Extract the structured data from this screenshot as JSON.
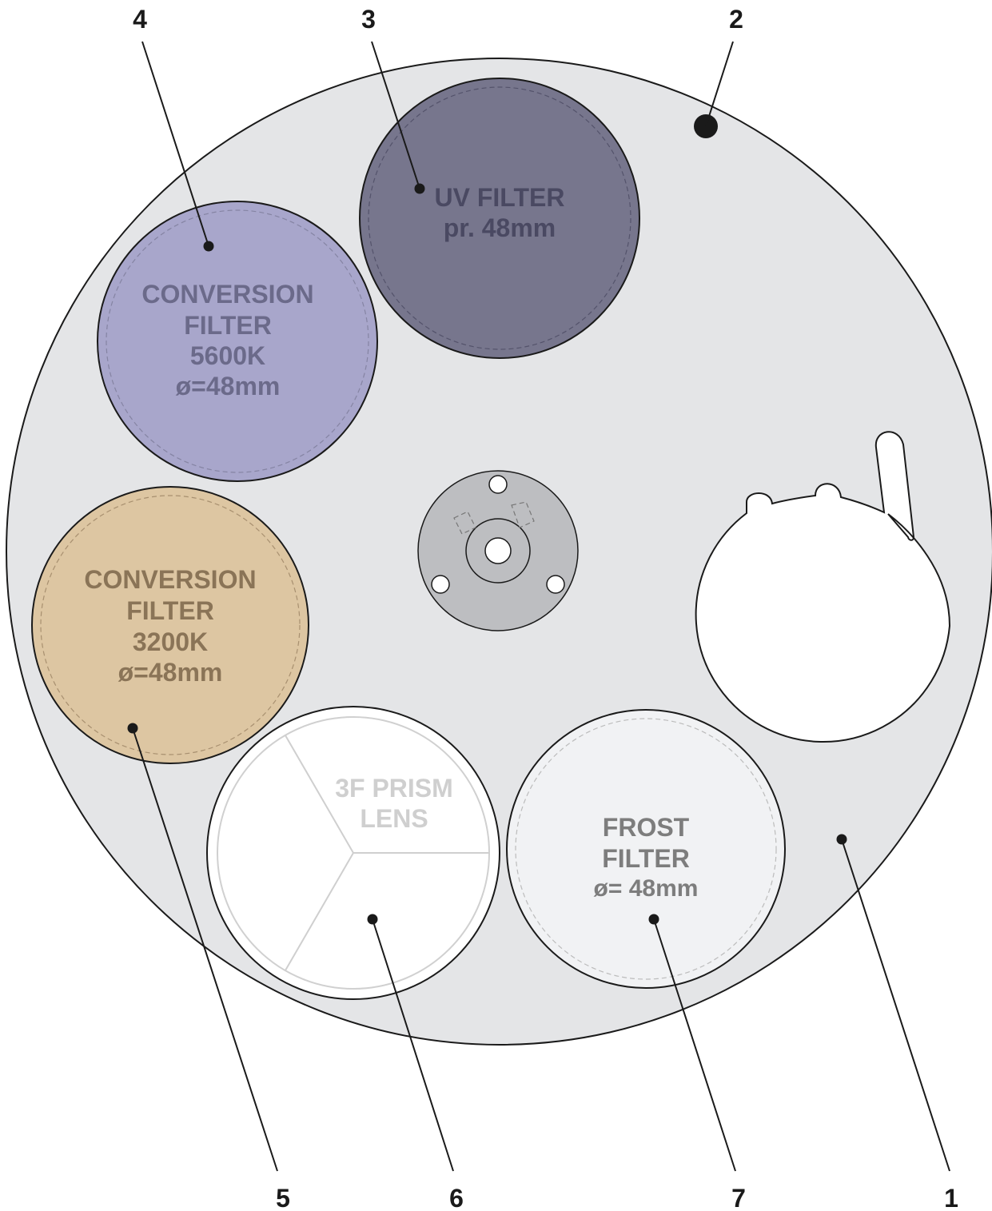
{
  "colors": {
    "wheel": "#e4e5e7",
    "outline": "#1a1a1a",
    "uv_fill": "#77768d",
    "uv_text": "#4a4962",
    "conv5600_fill": "#a8a6cb",
    "conv5600_text": "#6b6a8a",
    "conv3200_fill": "#ddc6a2",
    "conv3200_text": "#8a7457",
    "prism_fill": "#ffffff",
    "prism_text": "#cfcfcf",
    "frost_fill": "#f1f2f4",
    "frost_text": "#7d7d7d",
    "hub_fill": "#bdbec1",
    "dashed_ring": "#9a9a9a"
  },
  "callouts": {
    "n1": "1",
    "n2": "2",
    "n3": "3",
    "n4": "4",
    "n5": "5",
    "n6": "6",
    "n7": "7"
  },
  "filters": {
    "uv": {
      "line1": "UV FILTER",
      "line2": "pr. 48mm"
    },
    "conv5600": {
      "line1": "CONVERSION",
      "line2": "FILTER",
      "line3": "5600K",
      "line4": "ø=48mm"
    },
    "conv3200": {
      "line1": "CONVERSION",
      "line2": "FILTER",
      "line3": "3200K",
      "line4": "ø=48mm"
    },
    "prism": {
      "line1": "3F PRISM",
      "line2": "LENS"
    },
    "frost": {
      "line1": "FROST",
      "line2": "FILTER",
      "line3": "ø= 48mm"
    }
  }
}
